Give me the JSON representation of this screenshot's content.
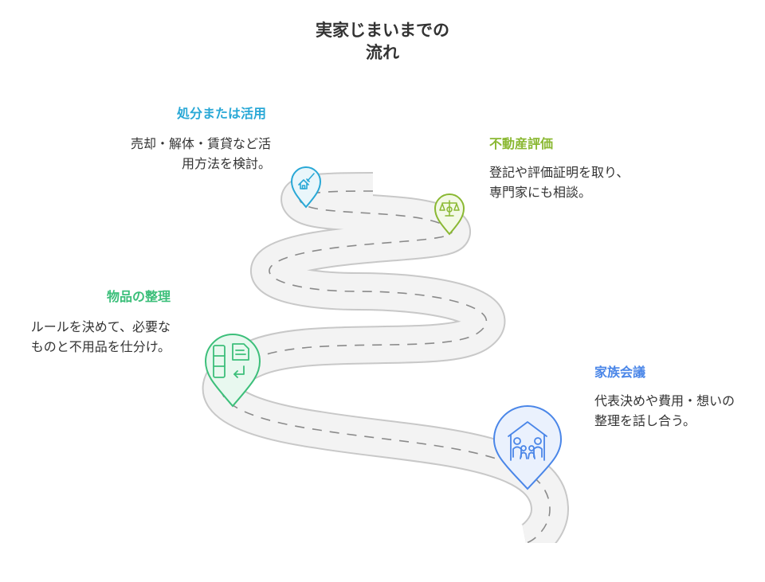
{
  "title": {
    "line1": "実家じまいまでの",
    "line2": "流れ"
  },
  "steps": [
    {
      "title": "処分または活用",
      "description": "売却・解体・賃貸など活用方法を検討。",
      "color": "#29a8d6",
      "icon": "house-broom-icon"
    },
    {
      "title": "不動産評価",
      "description": "登記や評価証明を取り、専門家にも相談。",
      "color": "#8ab832",
      "icon": "scales-icon"
    },
    {
      "title": "物品の整理",
      "description": "ルールを決めて、必要なものと不用品を仕分け。",
      "color": "#3cbf7a",
      "icon": "sorting-boxes-icon"
    },
    {
      "title": "家族会議",
      "description": "代表決めや費用・想いの整理を話し合う。",
      "color": "#4a86e8",
      "icon": "family-house-icon"
    }
  ]
}
